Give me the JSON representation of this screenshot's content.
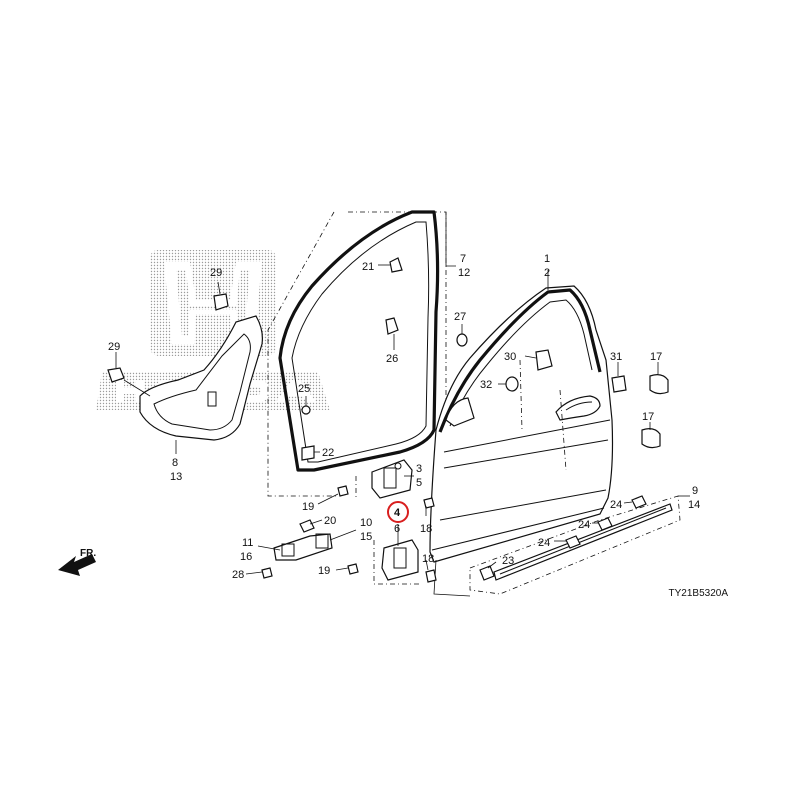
{
  "diagram_code": "TY21B5320A",
  "front_indicator": "FR.",
  "brand": "HONDA",
  "highlighted_callout": "4",
  "highlight_color": "#d81e1e",
  "callouts": {
    "c1": "1",
    "c2": "2",
    "c3": "3",
    "c4": "4",
    "c5": "5",
    "c6": "6",
    "c7": "7",
    "c8": "8",
    "c9": "9",
    "c10": "10",
    "c11": "11",
    "c12": "12",
    "c13": "13",
    "c14": "14",
    "c15": "15",
    "c16": "16",
    "c17a": "17",
    "c17b": "17",
    "c18a": "18",
    "c18b": "18",
    "c19a": "19",
    "c19b": "19",
    "c20": "20",
    "c21": "21",
    "c22": "22",
    "c23": "23",
    "c24a": "24",
    "c24b": "24",
    "c24c": "24",
    "c25": "25",
    "c26": "26",
    "c27": "27",
    "c28": "28",
    "c29a": "29",
    "c29b": "29",
    "c30": "30",
    "c31": "31",
    "c32": "32"
  }
}
